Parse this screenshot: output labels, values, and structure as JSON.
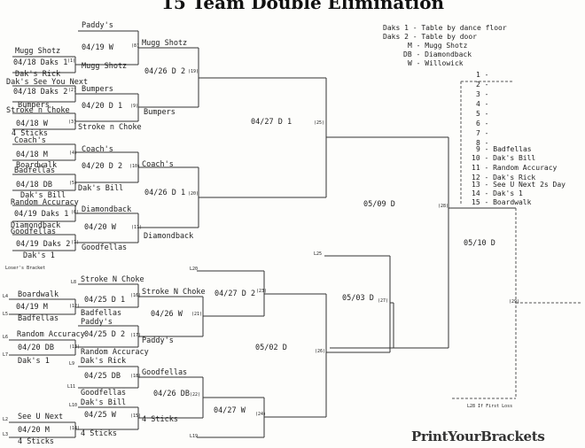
{
  "header": {
    "title": "15 Team Double Elimination",
    "logo": "PrintYourBrackets"
  },
  "legend": [
    "Daks 1 - Table by dance floor",
    "Daks 2 - Table by door",
    "M - Mugg Shotz",
    "DB - Diamondback",
    "W - Willowick"
  ],
  "placements": [
    "1 -",
    "2 -",
    "3 -",
    "4 -",
    "5 -",
    "6 -",
    "7 -",
    "8 -",
    "9 - Badfellas",
    "10 - Dak's Bill",
    "11 - Random Accuracy",
    "12 - Dak's Rick",
    "13 - See U Next 2s Day",
    "14 - Dak's 1",
    "15 - Boardwalk"
  ],
  "winners_bracket": {
    "round1": [
      {
        "top": "Mugg Shotz",
        "bottom": "Dak's Rick",
        "info": "04/18 Daks 1",
        "game": "(1)"
      },
      {
        "top": "Dak's See You Next",
        "bottom": "Bumpers",
        "info": "04/18 Daks 2",
        "game": "(2)"
      },
      {
        "top": "Stroke n Choke",
        "bottom": "4 Sticks",
        "info": "04/18 W",
        "game": "(3)"
      },
      {
        "top": "Coach's",
        "bottom": "Boardwalk",
        "info": "04/18 M",
        "game": "(4)"
      },
      {
        "top": "Badfellas",
        "bottom": "Dak's Bill",
        "info": "04/18 DB",
        "game": "(5)"
      },
      {
        "top": "Random Accuracy",
        "bottom": "Diamondback",
        "info": "04/19 Daks 1",
        "game": "(6)"
      },
      {
        "top": "Goodfellas",
        "bottom": "Dak's 1",
        "info": "04/19 Daks 2",
        "game": "(7)"
      }
    ],
    "round2": [
      {
        "top": "Paddy's",
        "bottom": "Mugg Shotz",
        "info": "04/19 W",
        "game": "(8)"
      },
      {
        "top": "Bumpers",
        "bottom": "Stroke n Choke",
        "info": "04/20 D 1",
        "game": "(9)"
      },
      {
        "top": "Coach's",
        "bottom": "Dak's Bill",
        "info": "04/20 D 2",
        "game": "(10)"
      },
      {
        "top": "Diamondback",
        "bottom": "Goodfellas",
        "info": "04/20 W",
        "game": "(11)"
      }
    ],
    "round3": [
      {
        "top": "Mugg Shotz",
        "bottom": "Bumpers",
        "info": "04/26 D 2",
        "game": "(19)"
      },
      {
        "top": "Coach's",
        "bottom": "Diamondback",
        "info": "04/26 D 1",
        "game": "(20)"
      }
    ],
    "round4": {
      "info": "04/27  D 1",
      "game": "(25)"
    },
    "final": {
      "info": "05/09 D",
      "game": "(28)"
    },
    "champ": {
      "info": "05/10 D",
      "game": "(29)",
      "note": "L28 If First Loss"
    }
  },
  "losers_bracket": {
    "label": "Loser's Bracket",
    "games": [
      {
        "top": "Stroke N Choke",
        "bottom": "Badfellas",
        "info": "04/25 D 1",
        "game": "(16)",
        "l_top": "L8"
      },
      {
        "top": "Boardwalk",
        "bottom": "Badfellas",
        "info": "04/19  M",
        "game": "(12)",
        "l_top": "L4",
        "l_bottom": "L5"
      },
      {
        "top": "Paddy's",
        "bottom": "Random Accuracy",
        "info": "04/25 D 2",
        "game": "(17)"
      },
      {
        "top": "Random Accuracy",
        "bottom": "Dak's 1",
        "info": "04/20 DB",
        "game": "(13)",
        "l_top": "L6",
        "l_bottom": "L7"
      },
      {
        "top": "Dak's Rick",
        "bottom": "Goodfellas",
        "info": "04/25 DB",
        "game": "(18)",
        "l_top": "L9",
        "l_bottom": "L11"
      },
      {
        "top": "Dak's Bill",
        "bottom": "4 Sticks",
        "info": "04/25 W",
        "game": "(15)",
        "l_top": "L10"
      },
      {
        "top": "See U Next",
        "bottom": "4 Sticks",
        "info": "04/20 M",
        "game": "(14)",
        "l_top": "L2",
        "l_bottom": "L3"
      }
    ],
    "round3": [
      {
        "top": "Stroke N Choke",
        "bottom": "Paddy's",
        "info": "04/26 W",
        "game": "(21)"
      },
      {
        "top": "Goodfellas",
        "bottom": "4 Sticks",
        "info": "04/26 DB",
        "game": "(22)"
      }
    ],
    "round4": [
      {
        "info": "04/27 D 2",
        "game": "(23)",
        "l_top": "L20"
      },
      {
        "info": "04/27 W",
        "game": "(24)",
        "l_bottom": "L19"
      }
    ],
    "round5": {
      "info": "05/02 D",
      "game": "(26)"
    },
    "round6": {
      "info": "05/03 D",
      "game": "(27)",
      "l_top": "L25"
    }
  }
}
